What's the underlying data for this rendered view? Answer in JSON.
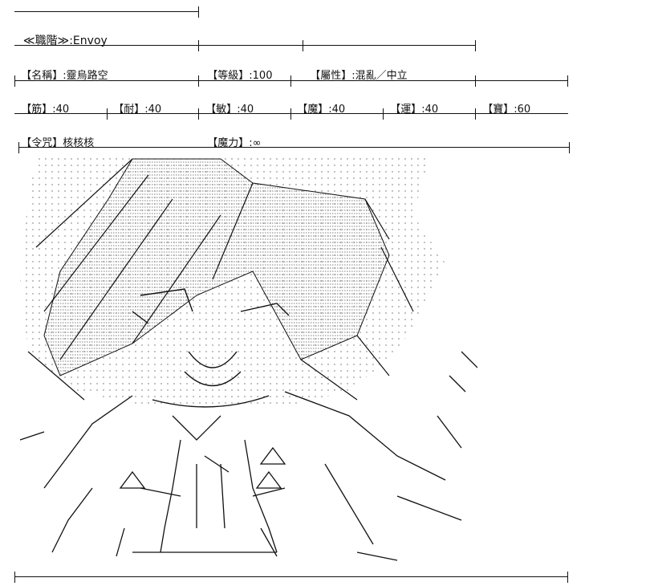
{
  "class_row": {
    "label": "≪職階≫",
    "value": ":Envoy"
  },
  "row1": [
    {
      "label": "【名稱】",
      "value": ":靈烏路空"
    },
    {
      "label": "【等級】",
      "value": ":100"
    },
    {
      "label": "【屬性】",
      "value": ":混亂／中立"
    }
  ],
  "stats": [
    {
      "label": "【筋】",
      "value": ":40"
    },
    {
      "label": "【耐】",
      "value": ":40"
    },
    {
      "label": "【敏】",
      "value": ":40"
    },
    {
      "label": "【魔】",
      "value": ":40"
    },
    {
      "label": "【運】",
      "value": ":40"
    },
    {
      "label": "【寶】",
      "value": ":60"
    }
  ],
  "row3": [
    {
      "label": "【令咒】",
      "value": "核核核"
    },
    {
      "label": "【魔力】",
      "value": ":∞"
    }
  ],
  "colors": {
    "ink": "#111111",
    "background": "#ffffff"
  }
}
